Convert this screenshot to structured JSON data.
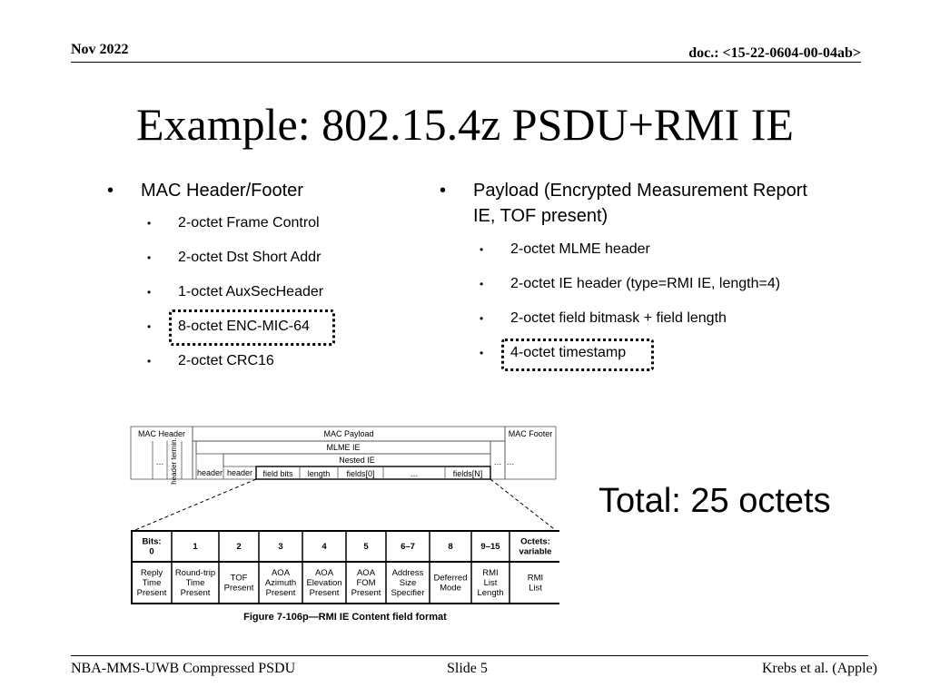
{
  "header": {
    "date": "Nov 2022",
    "doc": "doc.: <15-22-0604-00-04ab>"
  },
  "title": "Example: 802.15.4z PSDU+RMI IE",
  "left_list": {
    "heading": "MAC Header/Footer",
    "items": [
      "2-octet Frame Control",
      "2-octet Dst Short Addr",
      "1-octet AuxSecHeader",
      "8-octet ENC-MIC-64",
      "2-octet CRC16"
    ]
  },
  "right_list": {
    "heading": "Payload (Encrypted Measurement Report IE, TOF present)",
    "items": [
      "2-octet MLME header",
      "2-octet IE header (type=RMI IE, length=4)",
      "2-octet field bitmask + field length",
      "4-octet timestamp"
    ]
  },
  "frame_diagram": {
    "mac_header": "MAC Header",
    "mac_payload": "MAC Payload",
    "mac_footer": "MAC Footer",
    "mlme_ie": "MLME IE",
    "nested_ie": "Nested IE",
    "ellipsis": "…",
    "header_termin": "header termin.",
    "header1": "header",
    "header2": "header",
    "field_bits": "field bits",
    "length": "length",
    "fields0": "fields[0]",
    "fieldsN": "fields[N]"
  },
  "rmi_table": {
    "bits_row": [
      "Bits:\n0",
      "1",
      "2",
      "3",
      "4",
      "5",
      "6–7",
      "8",
      "9–15",
      "Octets:\nvariable"
    ],
    "desc_row": [
      "Reply\nTime\nPresent",
      "Round-trip\nTime\nPresent",
      "TOF\nPresent",
      "AOA\nAzimuth\nPresent",
      "AOA\nElevation\nPresent",
      "AOA\nFOM\nPresent",
      "Address\nSize\nSpecifier",
      "Deferred\nMode",
      "RMI\nList\nLength",
      "RMI\nList"
    ],
    "caption": "Figure 7-106p—RMI IE Content field format"
  },
  "total": "Total: 25 octets",
  "footer": {
    "left": "NBA-MMS-UWB Compressed PSDU",
    "middle": "Slide 5",
    "right": "Krebs et al. (Apple)"
  }
}
